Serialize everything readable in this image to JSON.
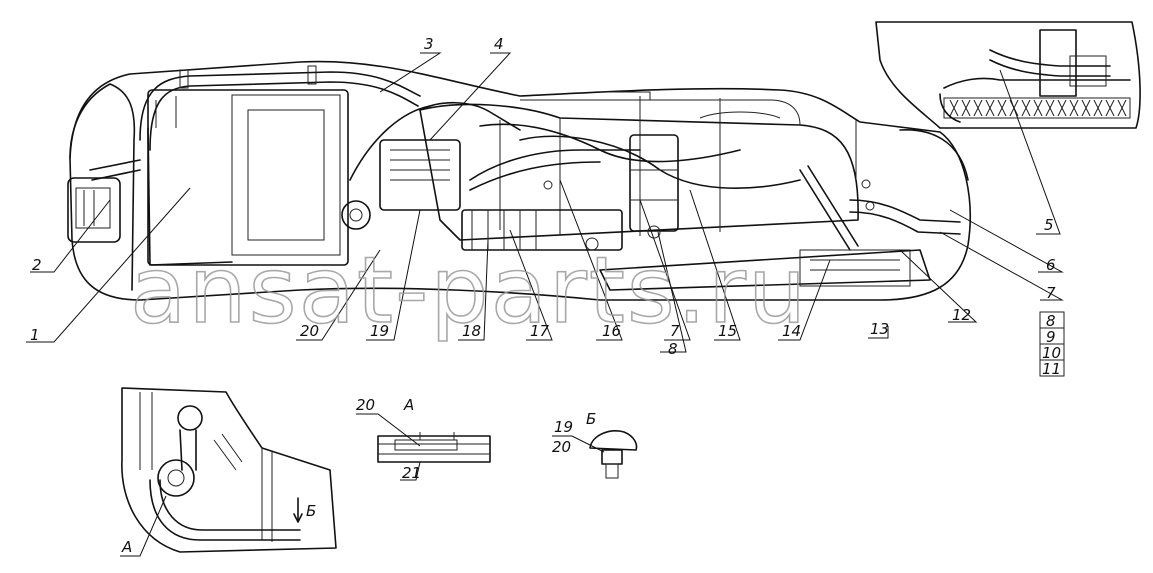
{
  "watermark": "ansat-parts.ru",
  "labels": {
    "l1": "1",
    "l2": "2",
    "l3": "3",
    "l4": "4",
    "l5": "5",
    "l6": "6",
    "l7a": "7",
    "l7b": "7",
    "l8a": "8",
    "l8b": "8",
    "l9": "9",
    "l10": "10",
    "l11": "11",
    "l12": "12",
    "l13": "13",
    "l14": "14",
    "l15": "15",
    "l16": "16",
    "l17": "17",
    "l18": "18",
    "l19": "19",
    "l20": "20",
    "l19b": "19",
    "l20a": "20",
    "l20b": "20",
    "l21": "21"
  },
  "views": {
    "viewA_title": "А",
    "viewB_title": "Б",
    "viewA_ref": "А",
    "viewB_ref": "Б"
  },
  "colors": {
    "line": "#111111",
    "watermark": "#9a9a9a",
    "background": "#ffffff"
  }
}
